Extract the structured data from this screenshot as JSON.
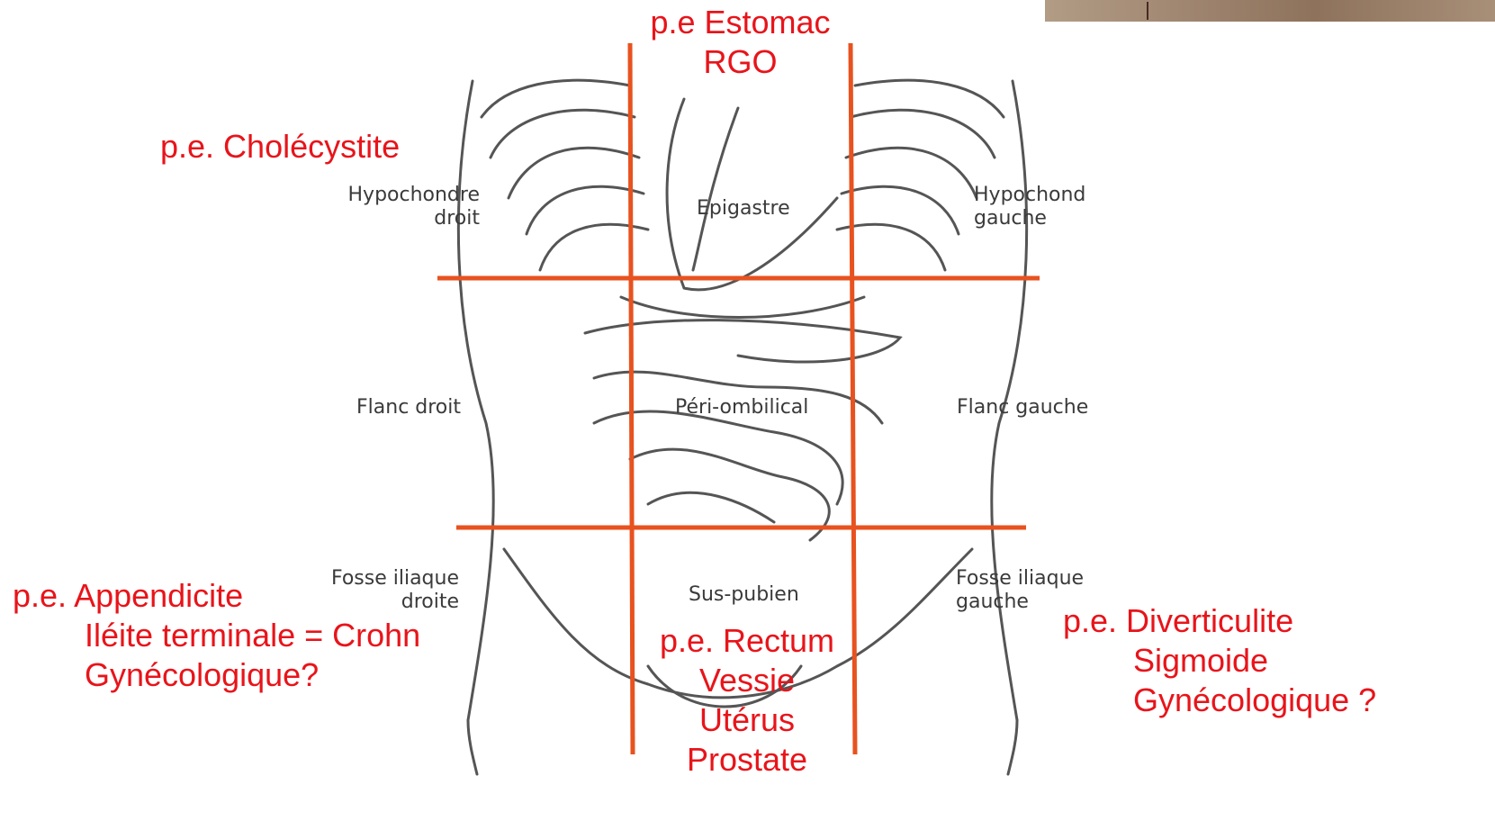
{
  "colors": {
    "accent": "#e8521f",
    "text_red": "#e8141a",
    "sketch": "#555555"
  },
  "regions": {
    "hypochondre_droit": [
      "Hypochondre",
      "droit"
    ],
    "epigastre": "Epigastre",
    "hypochondre_gauche": [
      "Hypochond",
      "gauche"
    ],
    "flanc_droit": "Flanc droit",
    "peri_ombilical": "Péri-ombilical",
    "flanc_gauche": "Flanc gauche",
    "fosse_iliaque_droite": [
      "Fosse iliaque",
      "droite"
    ],
    "sus_pubien": "Sus-pubien",
    "fosse_iliaque_gauche": [
      "Fosse iliaque",
      "gauche"
    ]
  },
  "notes": {
    "estomac": [
      "p.e Estomac",
      "RGO"
    ],
    "cholecystite": "p.e.  Cholécystite",
    "appendicite": [
      "p.e. Appendicite",
      "Iléite terminale = Crohn",
      "Gynécologique?"
    ],
    "rectum": [
      "p.e. Rectum",
      "Vessie",
      "Utérus",
      "Prostate"
    ],
    "diverticulite": [
      "p.e. Diverticulite",
      "Sigmoide",
      "Gynécologique ?"
    ]
  }
}
